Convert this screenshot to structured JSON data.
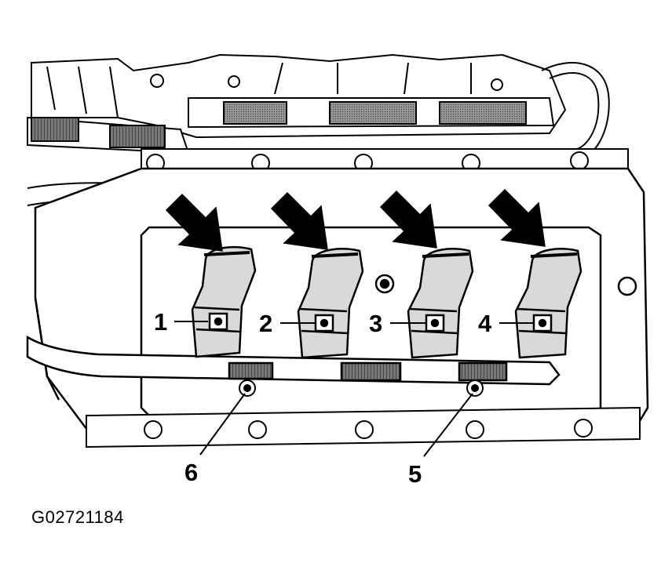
{
  "figure_id": "G02721184",
  "callouts": {
    "coil_1": "1",
    "coil_2": "2",
    "coil_3": "3",
    "coil_4": "4",
    "bolt_5": "5",
    "bolt_6": "6"
  }
}
